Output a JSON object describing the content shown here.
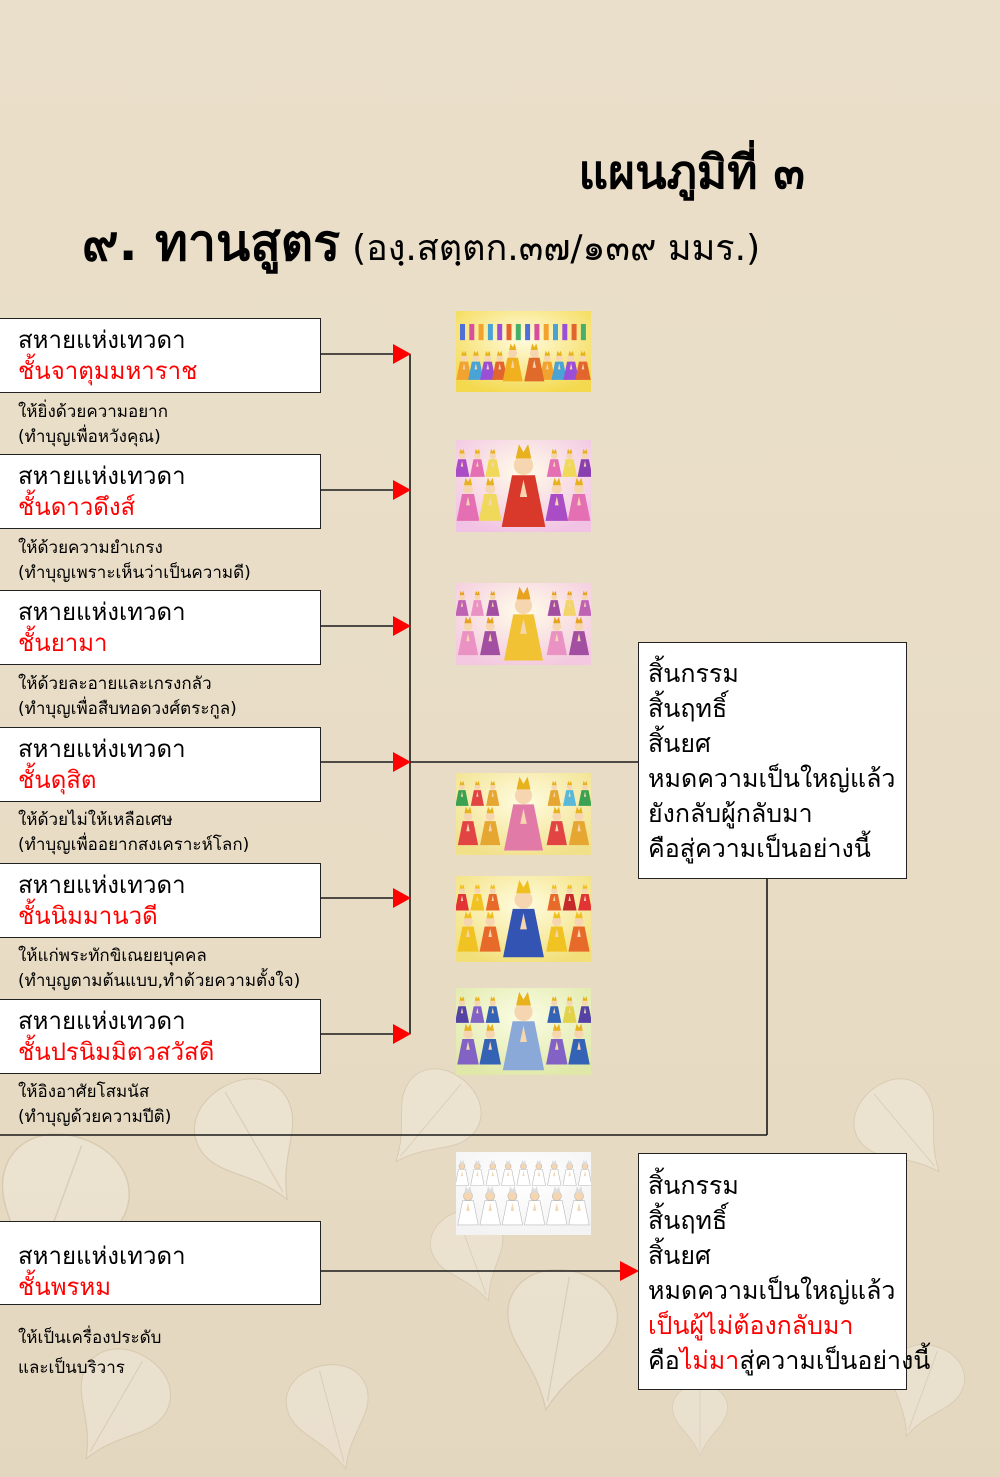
{
  "title": "แผนภูมิที่ ๓",
  "heading": {
    "main": "๙. ทานสูตร",
    "reference": "(องฺ.สตฺตก.๓๗/๑๓๙ มมร.)"
  },
  "colors": {
    "background": "#e8dcc5",
    "box_fill": "#ffffff",
    "box_border": "#222222",
    "highlight_red": "#ff0000",
    "connector": "#1a1a1a",
    "arrowhead": "#ff0000"
  },
  "heaven_realms": [
    {
      "label": "สหายแห่งเทวดา",
      "realm": "ชั้นจาตุมมหาราช",
      "giving": "ให้ยิ่งด้วยความอยาก",
      "merit": "(ทำบุญเพื่อหวังคุณ)"
    },
    {
      "label": "สหายแห่งเทวดา",
      "realm": "ชั้นดาวดึงส์",
      "giving": "ให้ด้วยความยำเกรง",
      "merit": "(ทำบุญเพราะเห็นว่าเป็นความดี)"
    },
    {
      "label": "สหายแห่งเทวดา",
      "realm": "ชั้นยามา",
      "giving": "ให้ด้วยละอายและเกรงกลัว",
      "merit": "(ทำบุญเพื่อสืบทอดวงศ์ตระกูล)"
    },
    {
      "label": "สหายแห่งเทวดา",
      "realm": "ชั้นดุสิต",
      "giving": "ให้ด้วยไม่ให้เหลือเศษ",
      "merit": "(ทำบุญเพื่ออยากสงเคราะห์โลก)"
    },
    {
      "label": "สหายแห่งเทวดา",
      "realm": "ชั้นนิมมานวดี",
      "giving": "ให้แก่พระทักขิเณยยบุคคล",
      "merit": "(ทำบุญตามต้นแบบ,ทำด้วยความตั้งใจ)"
    },
    {
      "label": "สหายแห่งเทวดา",
      "realm": "ชั้นปรนิมมิตวสวัสดี",
      "giving": "ให้อิงอาศัยโสมนัส",
      "merit": "(ทำบุญด้วยความปีติ)"
    }
  ],
  "brahma_realm": {
    "label": "สหายแห่งเทวดา",
    "realm": "ชั้นพรหม",
    "giving": "ให้เป็นเครื่องประดับ",
    "merit": "และเป็นบริวาร"
  },
  "result_returning": [
    "สิ้นกรรม",
    "สิ้นฤทธิ์",
    "สิ้นยศ",
    "หมดความเป็นใหญ่แล้ว",
    "ยังกลับผู้กลับมา",
    "คือสู่ความเป็นอย่างนี้"
  ],
  "result_non_returning": {
    "lines": [
      "สิ้นกรรม",
      "สิ้นฤทธิ์",
      "สิ้นยศ",
      "หมดความเป็นใหญ่แล้ว",
      "เป็นผู้ไม่ต้องกลับมา"
    ],
    "last_line": {
      "before": "คือ",
      "highlight": "ไม่มา",
      "after": "สู่ความเป็นอย่างนี้"
    }
  }
}
